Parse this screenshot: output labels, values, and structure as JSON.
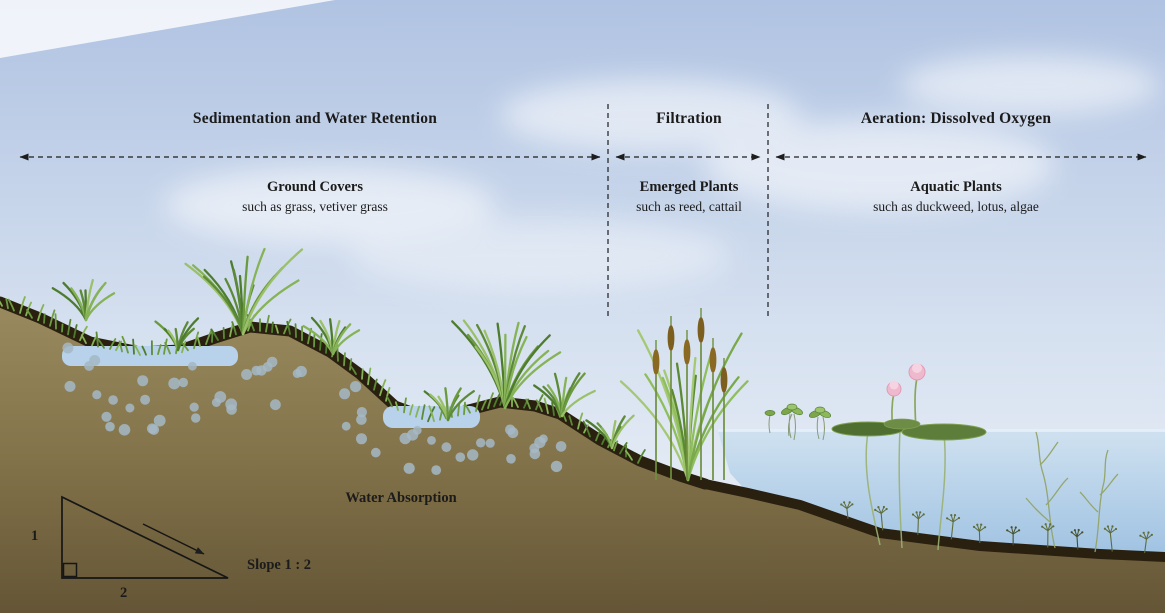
{
  "zones": [
    {
      "title": "Sedimentation and Water Retention",
      "plant_title": "Ground Covers",
      "plant_subtitle": "such as grass, vetiver grass"
    },
    {
      "title": "Filtration",
      "plant_title": "Emerged Plants",
      "plant_subtitle": "such as reed, cattail"
    },
    {
      "title": "Aeration: Dissolved Oxygen",
      "plant_title": "Aquatic Plants",
      "plant_subtitle": "such as duckweed, lotus, algae"
    }
  ],
  "labels": {
    "water_absorption": "Water Absorption",
    "slope": "Slope 1 : 2",
    "slope_rise": "1",
    "slope_run": "2"
  },
  "palette": {
    "sky_top": "#b0c3e2",
    "sky_bottom": "#edf2f8",
    "soil": "#83734a",
    "topsoil": "#2a2010",
    "grass": "#6f9c45",
    "water": "#a9c8e4",
    "absorption_dots": "#a4b8c6",
    "cattail_head": "#8a6a23",
    "lotus_pink": "#efb9cd"
  }
}
